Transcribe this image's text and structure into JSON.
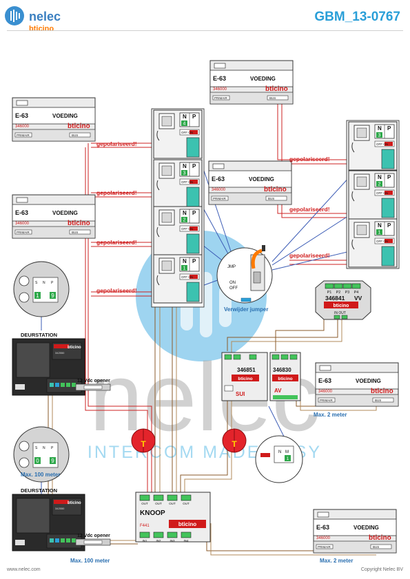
{
  "header": {
    "brand_name": "nelec",
    "brand_sub": "bticino",
    "doc_id": "GBM_13-0767"
  },
  "watermark": {
    "name": "nelec",
    "tagline": "INTERCOM MADE EASY"
  },
  "footer": {
    "left": "www.nelec.com",
    "right": "Copyright Nelec BV"
  },
  "colors": {
    "accent": "#2a9fd8",
    "red_wire": "#cc2020",
    "warning": "#d01a1a",
    "brand_orange": "#ff7a00",
    "blue_wire": "#3b5bb5",
    "terminal_teal": "#3cc2b0",
    "badge_green": "#2ea84a"
  },
  "labels": {
    "polarised": "gepolariseerd!",
    "remove_jumper": "Verwijder jumper",
    "max_100": "Max. 100 meter",
    "max_2": "Max. 2 meter",
    "opener": "12 Vdc opener",
    "door_station": "DEURSTATION",
    "supply_name": "VOEDING",
    "supply_model": "E-63",
    "supply_part": "346000",
    "supply_primary": "PRIMAIR",
    "supply_bus": "BUS",
    "bticino": "bticino",
    "button_module": "KNOOP",
    "button_part": "F441",
    "t_marker": "T",
    "jmp": "JMP",
    "on": "ON",
    "off": "OFF",
    "off_on": "OFF ON",
    "n": "N",
    "p": "P",
    "m": "M",
    "bus_terms": "2 1",
    "dist_name": "346841",
    "dist_vv": "VV",
    "dist_in_out": "IN OUT",
    "sep1_part": "346851",
    "sep1_tag": "SUI",
    "sep2_part": "346830",
    "sep2_tag": "AV",
    "ds_part": "342550",
    "ds_badge_a": "1",
    "ds_badge_b": "9",
    "ds_badge_c": "0",
    "p_label": "P",
    "n_label": "N",
    "s_label": "S"
  },
  "monitors_left": [
    {
      "n": "4"
    },
    {
      "n": "3"
    },
    {
      "n": "2"
    },
    {
      "n": "1"
    }
  ],
  "monitors_right": [
    {
      "n": "3"
    },
    {
      "n": "2"
    },
    {
      "n": "1"
    }
  ],
  "bus_ports": [
    "OUT",
    "OUT",
    "OUT",
    "OUT"
  ],
  "bus_ins": [
    "IN1",
    "IN2",
    "IN3",
    "IN4"
  ],
  "dist_ports": [
    "P1",
    "P2",
    "P3",
    "P4"
  ]
}
